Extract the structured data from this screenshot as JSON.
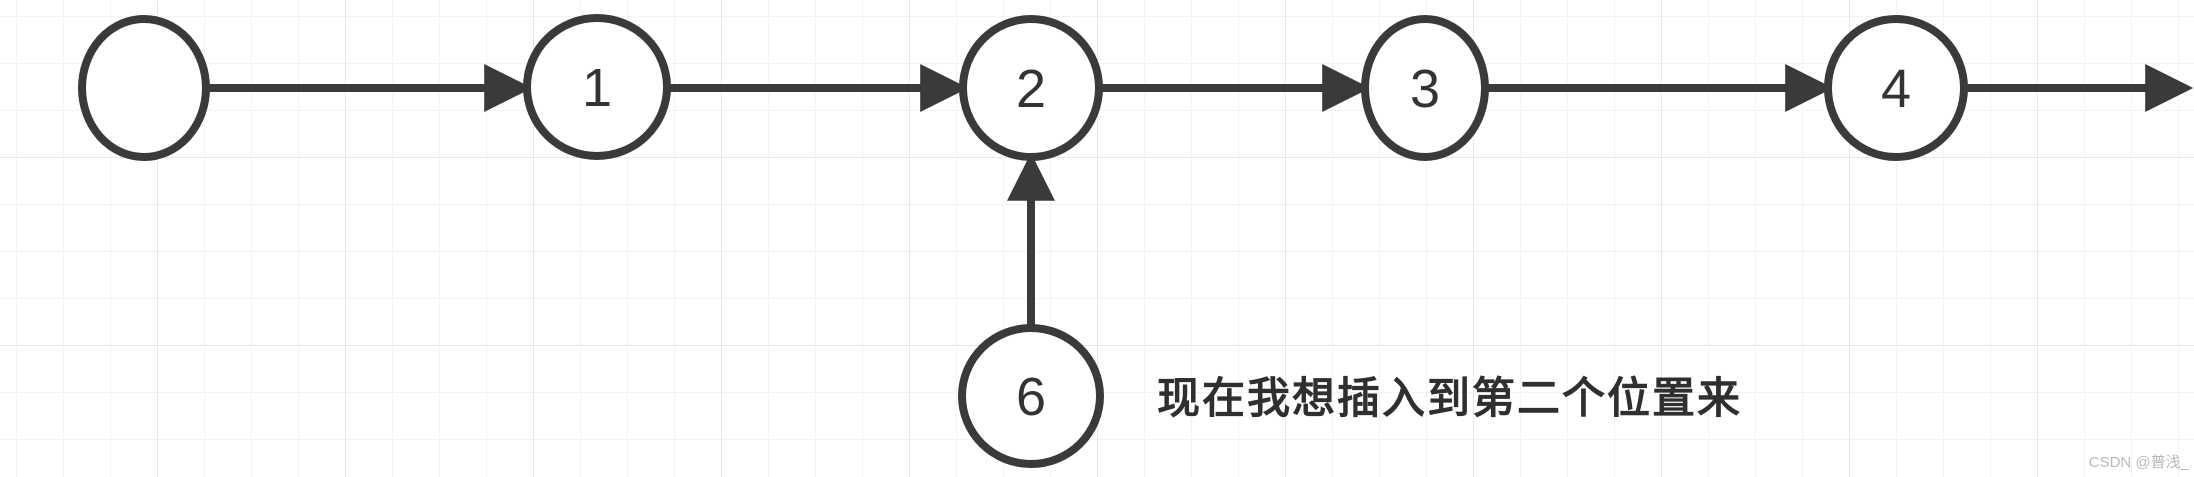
{
  "diagram": {
    "kind": "linked-list-insertion",
    "nodes": [
      {
        "id": "head",
        "label": ""
      },
      {
        "id": "n1",
        "label": "1"
      },
      {
        "id": "n2",
        "label": "2"
      },
      {
        "id": "n3",
        "label": "3"
      },
      {
        "id": "n4",
        "label": "4"
      }
    ],
    "inserted_node": {
      "id": "n6",
      "label": "6"
    },
    "annotation": "现在我想插入到第二个位置来",
    "watermark": "CSDN @普浅_",
    "colors": {
      "stroke": "#3a3a3a",
      "node_fill": "#ffffff",
      "label": "#333333",
      "annotation": "#2f2f2f",
      "watermark": "#b9b9b9",
      "background": "#ffffff",
      "grid_minor": "#f3f3f3",
      "grid_major": "#e8e8e8"
    }
  }
}
